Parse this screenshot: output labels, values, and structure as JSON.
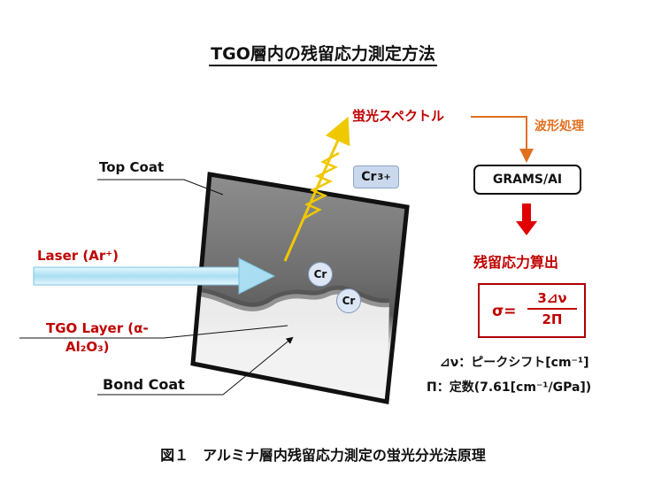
{
  "title": "TGO層内の残留応力測定方法",
  "labels": {
    "top_coat": "Top Coat",
    "laser": "Laser (Ar⁺)",
    "tgo_layer_line1": "TGO Layer (α-",
    "tgo_layer_line2": "Al₂O₃)",
    "bond_coat": "Bond Coat",
    "fluorescence_spectrum": "蛍光スペクトル",
    "waveform_processing": "波形処理",
    "grams_ai": "GRAMS/AI",
    "residual_stress_calc": "残留応力算出",
    "cr3_base": "Cr",
    "cr3_sup": "3+",
    "cr_1": "Cr",
    "cr_2": "Cr"
  },
  "formula": {
    "lhs": "σ=",
    "numerator": "3⊿ν",
    "denominator": "2Π"
  },
  "definitions": {
    "delta_nu": "⊿ν：ピークシフト[cm⁻¹]",
    "pi": "Π：定数(7.61[cm⁻¹/GPa])"
  },
  "caption": "図１　アルミナ層内残留応力測定の蛍光分光法原理",
  "colors": {
    "accent_red": "#c00000",
    "process_orange": "#e07020",
    "beam_yellow": "#f0c800",
    "laser_cyan": "#bfe9f7"
  }
}
